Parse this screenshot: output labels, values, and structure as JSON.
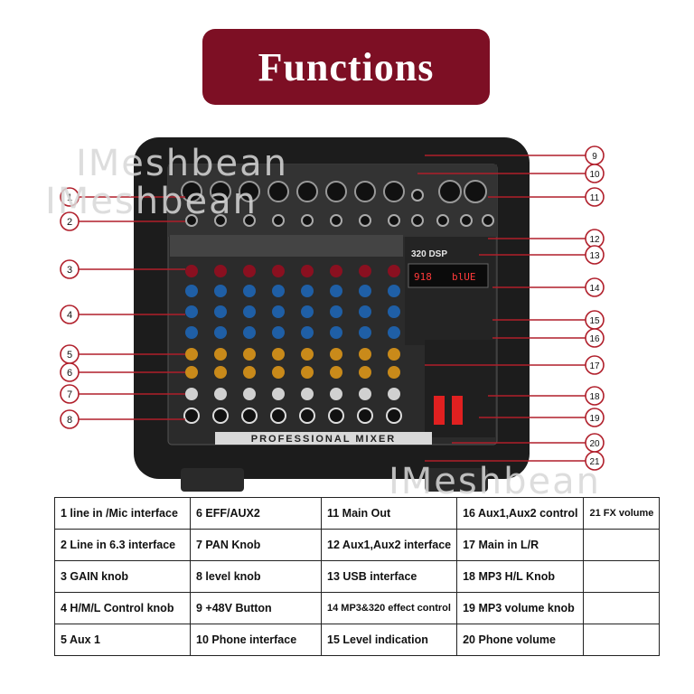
{
  "title": "Functions",
  "watermark": "IMeshbean",
  "device": {
    "brand_label": "PROFESSIONAL MIXER",
    "dsp_label": "320 DSP",
    "display_text": "blUE",
    "display_num": "918"
  },
  "callouts": [
    "1",
    "2",
    "3",
    "4",
    "5",
    "6",
    "7",
    "8",
    "9",
    "10",
    "11",
    "12",
    "13",
    "14",
    "15",
    "16",
    "17",
    "18",
    "19",
    "20",
    "21"
  ],
  "legend": {
    "rows": [
      [
        "1 line in /Mic interface",
        "6 EFF/AUX2",
        "11 Main Out",
        "16 Aux1,Aux2 control",
        "21 FX volume"
      ],
      [
        "2 Line in 6.3 interface",
        "7 PAN Knob",
        "12  Aux1,Aux2 interface",
        "17 Main in L/R",
        ""
      ],
      [
        "3 GAIN knob",
        "8 level knob",
        "13 USB interface",
        "18 MP3 H/L Knob",
        ""
      ],
      [
        "4 H/M/L Control knob",
        "9 +48V Button",
        "14 MP3&320 effect control",
        "19 MP3 volume knob",
        ""
      ],
      [
        "5 Aux 1",
        "10 Phone interface",
        "15 Level indication",
        "20 Phone volume",
        ""
      ]
    ]
  },
  "colors": {
    "banner": "#7d0f24",
    "callout": "#b01e2a",
    "knob_blue": "#1f5fa6",
    "knob_orange": "#c98a1a",
    "knob_red": "#8a1020"
  }
}
